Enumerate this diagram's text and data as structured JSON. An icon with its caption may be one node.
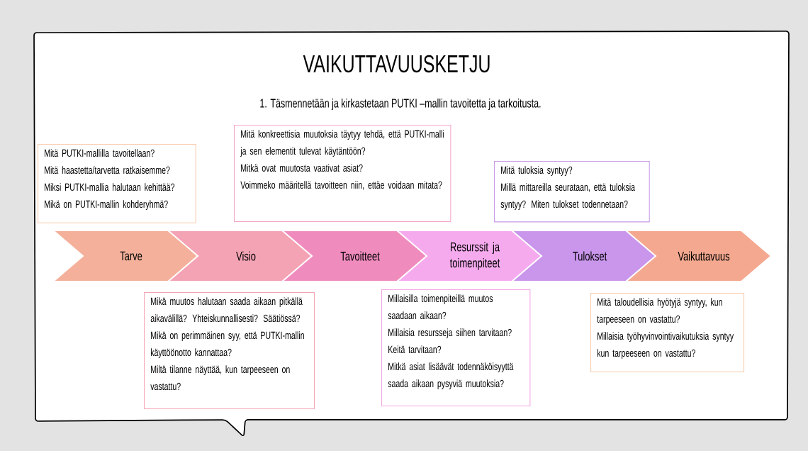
{
  "diagram": {
    "title": "VAIKUTTAVUUSKETJU",
    "nodes": [
      {
        "text": [
          "Tarve"
        ]
      },
      {
        "text": [
          "Visio"
        ]
      },
      {
        "text": [
          "Tavoitteet"
        ]
      },
      {
        "text": [
          "Resurssit ja toimenpiteet"
        ]
      },
      {
        "text": [
          "Tulokset"
        ]
      },
      {
        "text": [
          "Vaikuttavuus"
        ]
      },
      {
        "text": [
          "Mitä PUTKI-mallilla tavoitellaan?",
          "Mitä haastetta/tarvetta ratkaisemme?",
          "Miksi PUTKI-mallia halutaan kehittää?",
          "Mikä on PUTKI-mallin kohderyhmä?"
        ]
      },
      {
        "text": [
          "Mitä konkreettisia muutoksia täytyy tehdä, että PUTKI-malli ja sen elementit tulevat käytäntöön?",
          "Mitkä ovat muutosta vaativat asiat?",
          "Voimmeko määritellä tavoitteen niin, ettäe voidaan mitata?"
        ]
      },
      {
        "text": [
          "Mitä tuloksia syntyy?",
          "Millä mittareilla seurataan, että tuloksia syntyy? Miten tulokset todennetaan?"
        ]
      },
      {
        "text": [
          "Mikä muutos halutaan saada aikaan pitkällä aikavälillä? Yhteiskunnallisesti? Säätiössä?",
          "Mikä on perimmäinen syy, että PUTKI-mallin käyttöönotto kannattaa?",
          "Miltä tilanne näyttää, kun tarpeeseen on vastattu?"
        ]
      },
      {
        "text": [
          "Millaisilla toimenpiteillä muutos saadaan aikaan?",
          "Millaisia resursseja siihen tarvitaan?",
          "Keitä tarvitaan?",
          "Mitkä asiat lisäävät todennäköisyyttä saada aikaan pysyviä muutoksia?"
        ]
      },
      {
        "text": [
          "Mitä taloudellisia hyötyjä syntyy, kun tarpeeseen on vastattu?",
          "Millaisia työhyvinvointivaikutuksia syntyy kun tarpeeseen on vastattu?"
        ]
      }
    ],
    "labels": [
      "1. Täsmennetään ja kirkastetaan PUTKI –mallin tavoitetta ja tarkoitusta."
    ]
  }
}
